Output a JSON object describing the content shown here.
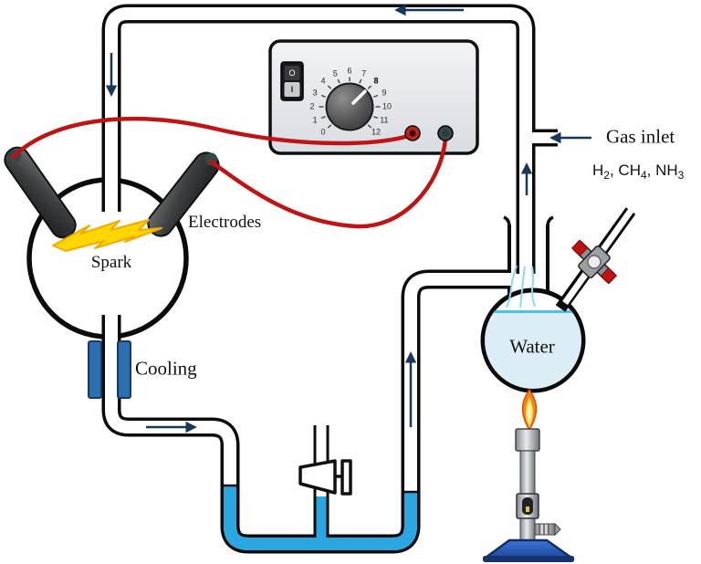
{
  "labels": {
    "spark": "Spark",
    "electrodes": "Electrodes",
    "cooling": "Cooling",
    "water": "Water",
    "gas_inlet": "Gas inlet"
  },
  "gas": {
    "formula_parts": [
      {
        "text": "H"
      },
      {
        "sub": "2"
      },
      {
        "text": ", CH"
      },
      {
        "sub": "4"
      },
      {
        "text": ", NH"
      },
      {
        "sub": "3"
      }
    ]
  },
  "control_box": {
    "dial_numbers": [
      "0",
      "1",
      "2",
      "3",
      "4",
      "5",
      "6",
      "7",
      "8",
      "9",
      "10",
      "11",
      "12"
    ],
    "selected_value": "8",
    "switch": {
      "off_symbol": "O",
      "on_symbol": "I"
    }
  },
  "flow_arrows": [
    {
      "name": "top-pipe-flow",
      "direction": "left"
    },
    {
      "name": "left-pipe-flow",
      "direction": "down"
    },
    {
      "name": "cooling-outlet-flow",
      "direction": "right"
    },
    {
      "name": "trap-riser-flow",
      "direction": "up"
    },
    {
      "name": "right-pipe-flow",
      "direction": "up"
    },
    {
      "name": "gas-inlet-flow",
      "direction": "left"
    }
  ],
  "colors": {
    "liquid_blue": "#2AA7E0",
    "water_fill": "#DCEDF6",
    "water_surface": "#49C2E8",
    "cooling_jacket": "#2E6FB3",
    "wire_red": "#BF1414",
    "arrow_navy": "#17375E",
    "spark_yellow": "#FFD700",
    "flame_orange": "#F0860F",
    "burner_base_blue": "#2B5FC7"
  }
}
